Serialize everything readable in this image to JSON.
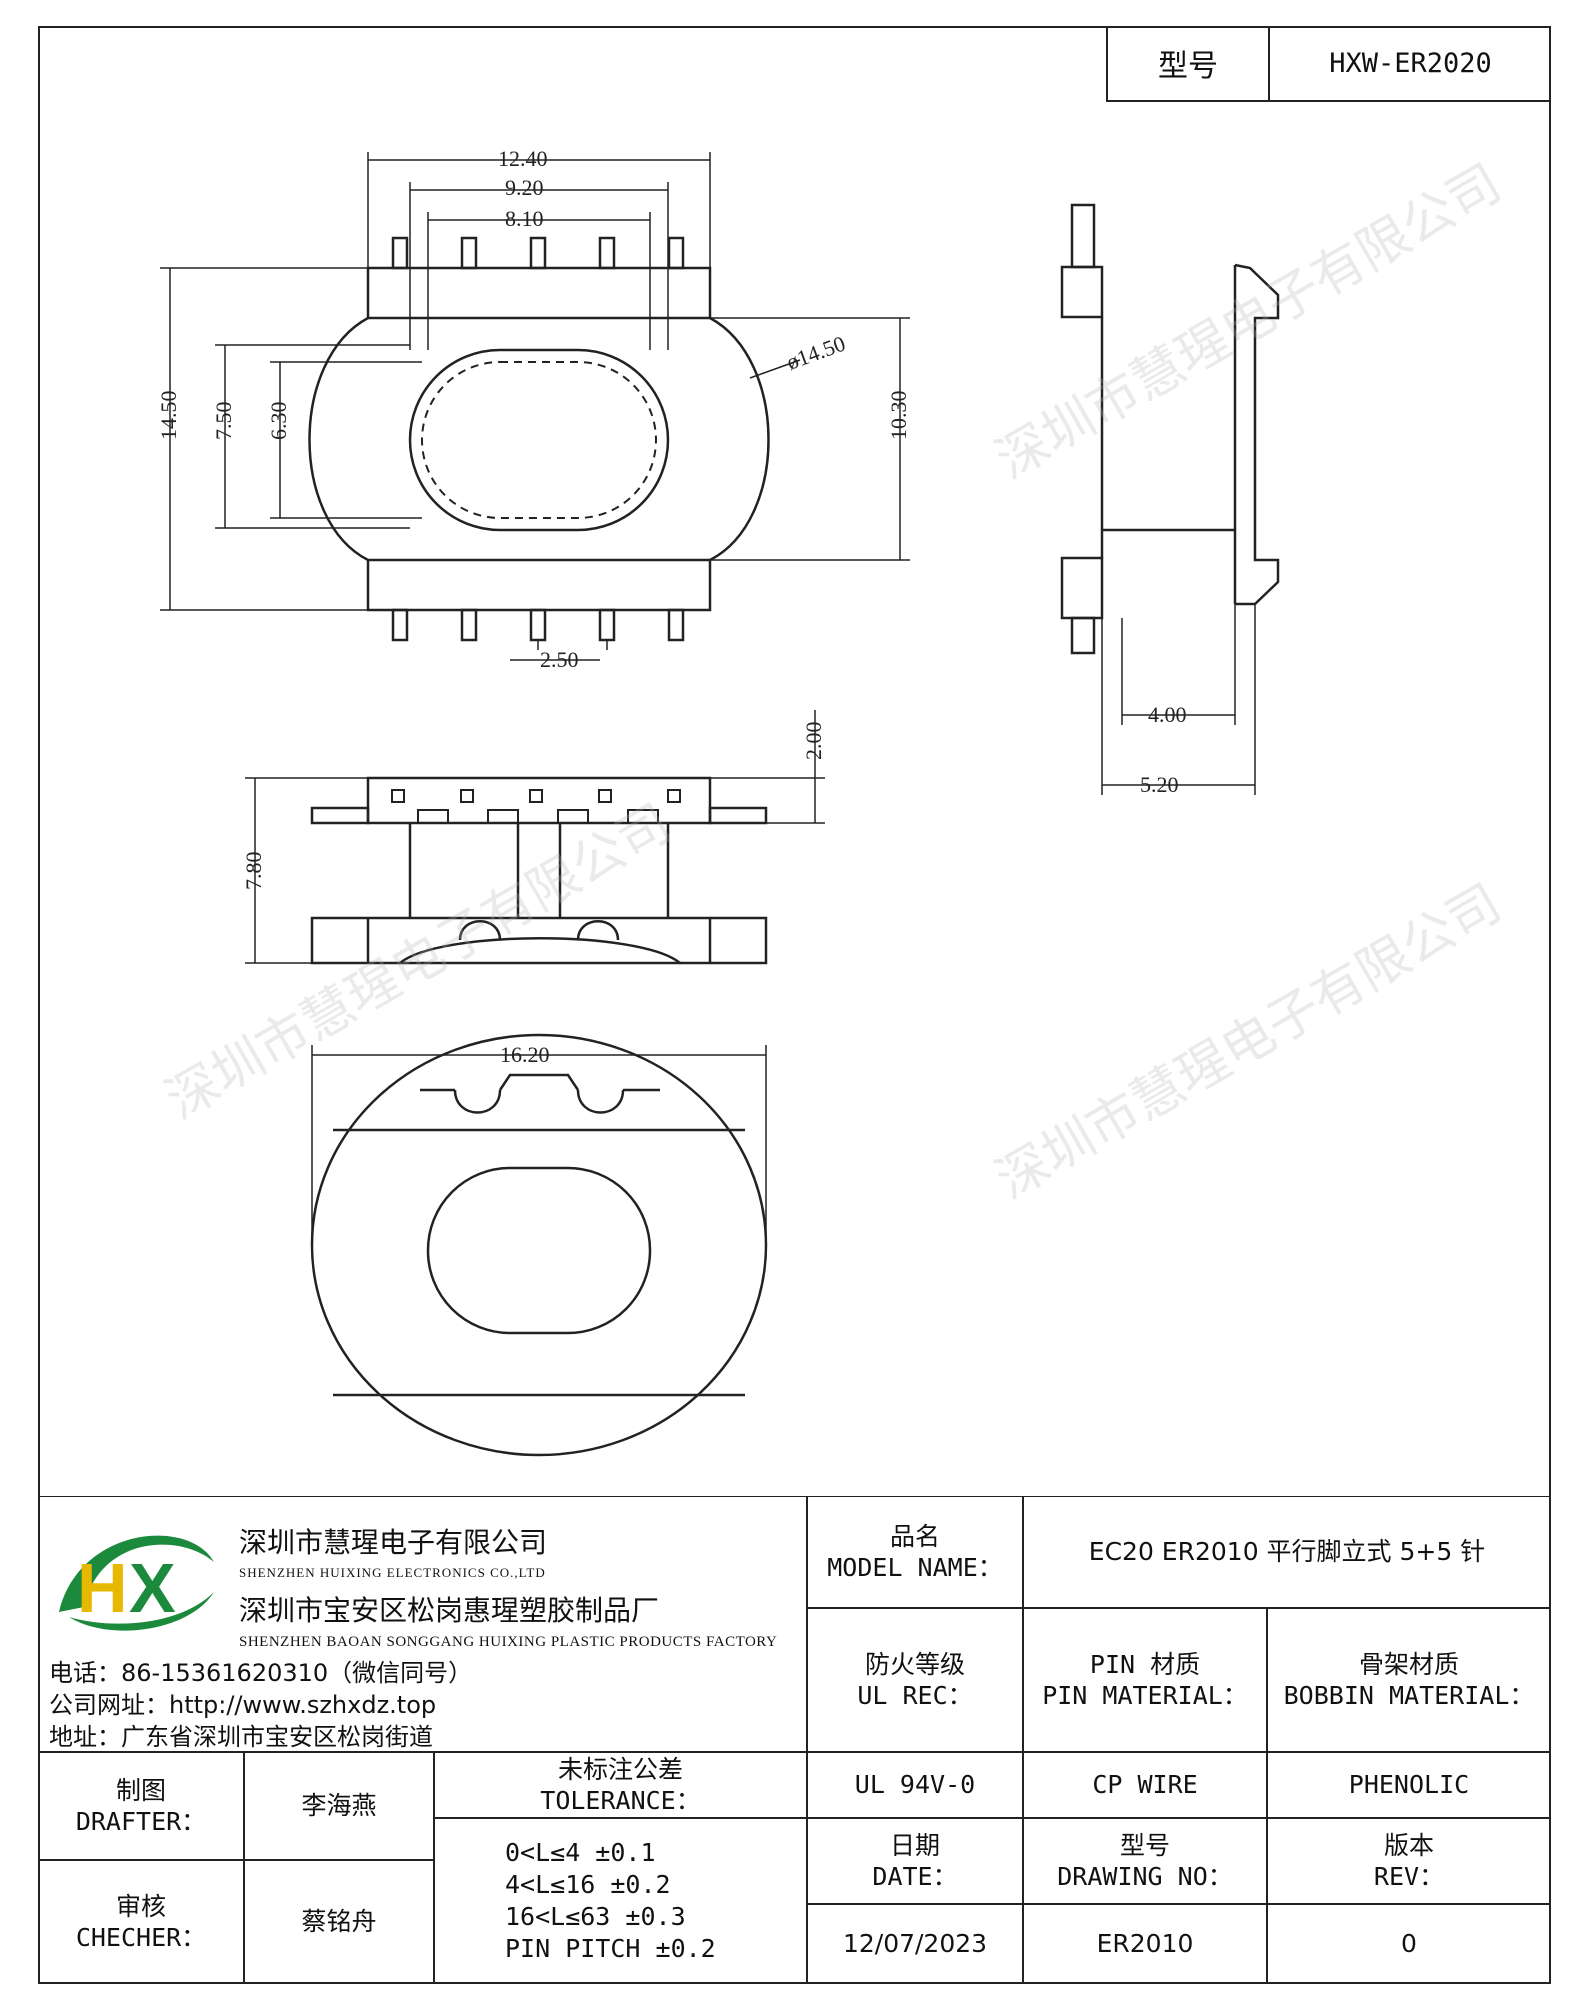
{
  "header": {
    "model_label": "型号",
    "model_value": "HXW-ER2020"
  },
  "dims": {
    "a": "12.40",
    "b": "9.20",
    "c": "8.10",
    "d": "14.50",
    "e": "7.50",
    "f": "6.30",
    "g": "10.30",
    "h": "ø14.50",
    "i": "2.50",
    "j": "2.00",
    "k": "7.80",
    "l": "16.20",
    "m": "4.00",
    "n": "5.20"
  },
  "watermark": "深圳市慧瑆电子有限公司",
  "company": {
    "name_cn": "深圳市慧瑆电子有限公司",
    "name_en": "SHENZHEN HUIXING ELECTRONICS CO.,LTD",
    "factory_cn": "深圳市宝安区松岗惠瑆塑胶制品厂",
    "factory_en": "SHENZHEN BAOAN SONGGANG HUIXING PLASTIC PRODUCTS FACTORY",
    "phone": "电话：86-15361620310（微信同号）",
    "website": "公司网址：http://www.szhxdz.top",
    "address": "地址：广东省深圳市宝安区松岗街道"
  },
  "title_block": {
    "model_name_label_cn": "品名",
    "model_name_label_en": "MODEL NAME：",
    "model_name_value": "EC20 ER2010 平行脚立式 5+5 针",
    "ul_label_cn": "防火等级",
    "ul_label_en": "UL REC：",
    "pin_label_cn": "PIN 材质",
    "pin_label_en": "PIN MATERIAL：",
    "bobbin_label_cn": "骨架材质",
    "bobbin_label_en": "BOBBIN MATERIAL：",
    "ul_value": "UL 94V-0",
    "pin_value": "CP WIRE",
    "bobbin_value": "PHENOLIC",
    "drafter_cn": "制图",
    "drafter_en": "DRAFTER：",
    "drafter_name": "李海燕",
    "checker_cn": "审核",
    "checker_en": "CHECHER：",
    "checker_name": "蔡铭舟",
    "tol_label_cn": "未标注公差",
    "tol_label_en": "TOLERANCE：",
    "tol_lines": [
      "0<L≤4  ±0.1",
      "4<L≤16 ±0.2",
      "16<L≤63 ±0.3",
      "PIN PITCH ±0.2"
    ],
    "date_label_cn": "日期",
    "date_label_en": "DATE：",
    "drawing_label_cn": "型号",
    "drawing_label_en": "DRAWING NO：",
    "rev_label_cn": "版本",
    "rev_label_en": "REV：",
    "date_value": "12/07/2023",
    "drawing_value": "ER2010",
    "rev_value": "0"
  }
}
